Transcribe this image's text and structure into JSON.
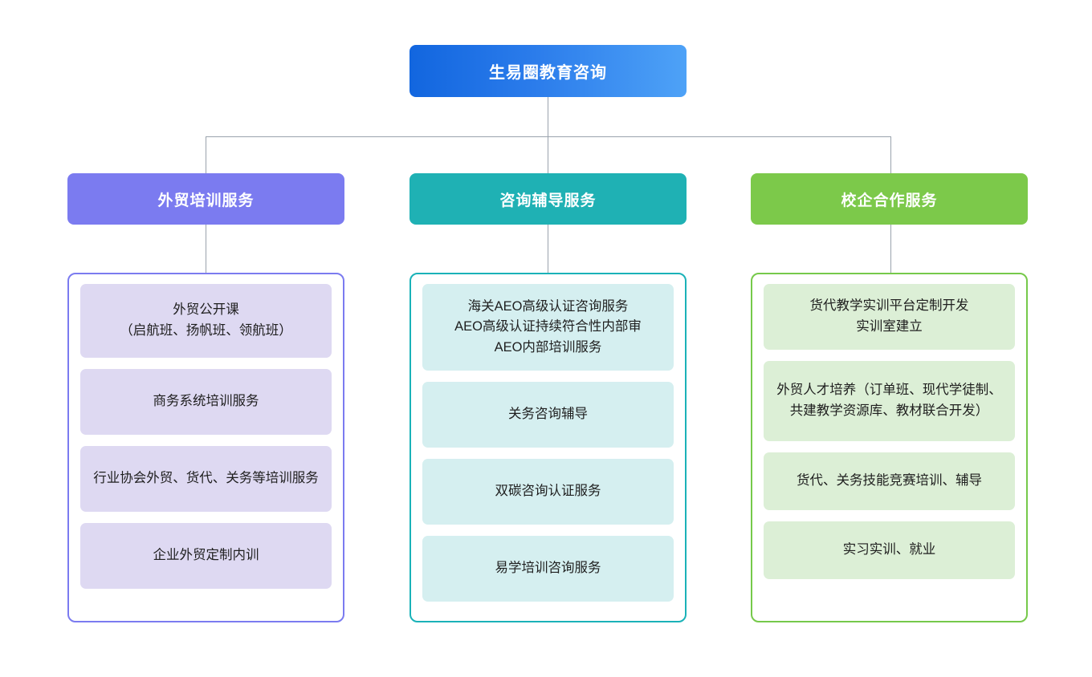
{
  "diagram": {
    "type": "organizational-tree",
    "root": {
      "label": "生易圈教育咨询",
      "color": "#2b7ceb"
    },
    "connector_color": "#9aa3ad",
    "columns": [
      {
        "id": "foreign-trade-training",
        "header": "外贸培训服务",
        "accent": "#7b7bf0",
        "card_fill": "#ded9f2",
        "items": [
          {
            "lines": [
              "外贸公开课",
              "（启航班、扬帆班、领航班）"
            ]
          },
          {
            "lines": [
              "商务系统培训服务"
            ]
          },
          {
            "lines": [
              "行业协会外贸、货代、关务等培训服务"
            ]
          },
          {
            "lines": [
              "企业外贸定制内训"
            ]
          }
        ]
      },
      {
        "id": "consulting-coaching",
        "header": "咨询辅导服务",
        "accent": "#1fb1b4",
        "card_fill": "#d5eff0",
        "items": [
          {
            "lines": [
              "海关AEO高级认证咨询服务",
              "AEO高级认证持续符合性内部审",
              "AEO内部培训服务"
            ]
          },
          {
            "lines": [
              "关务咨询辅导"
            ]
          },
          {
            "lines": [
              "双碳咨询认证服务"
            ]
          },
          {
            "lines": [
              "易学培训咨询服务"
            ]
          }
        ]
      },
      {
        "id": "school-enterprise-cooperation",
        "header": "校企合作服务",
        "accent": "#7cc94a",
        "card_fill": "#dcefd6",
        "items": [
          {
            "lines": [
              "货代教学实训平台定制开发",
              "实训室建立"
            ]
          },
          {
            "lines": [
              "外贸人才培养（订单班、现代学徒制、共建教学资源库、教材联合开发）"
            ]
          },
          {
            "lines": [
              "货代、关务技能竞赛培训、辅导"
            ]
          },
          {
            "lines": [
              "实习实训、就业"
            ]
          }
        ]
      }
    ]
  }
}
